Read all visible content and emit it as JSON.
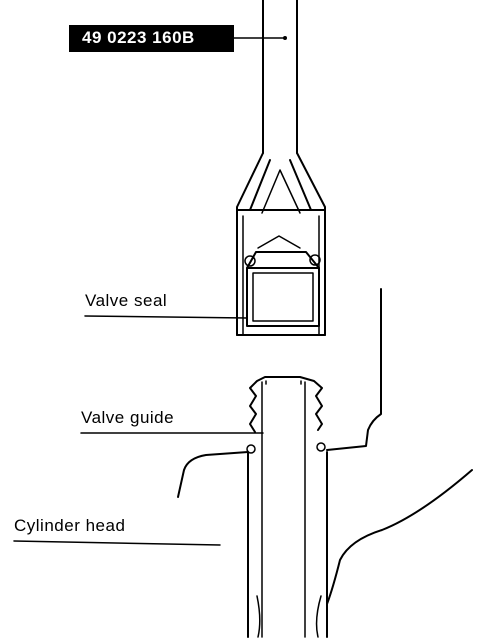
{
  "tool_tag": "49 0223 160B",
  "labels": {
    "valve_seal": "Valve  seal",
    "valve_guide": "Valve  guide",
    "cylinder_head": "Cylinder  head"
  },
  "colors": {
    "ink": "#000000",
    "tag_background": "#000000",
    "tag_text": "#ffffff",
    "background": "#ffffff"
  }
}
